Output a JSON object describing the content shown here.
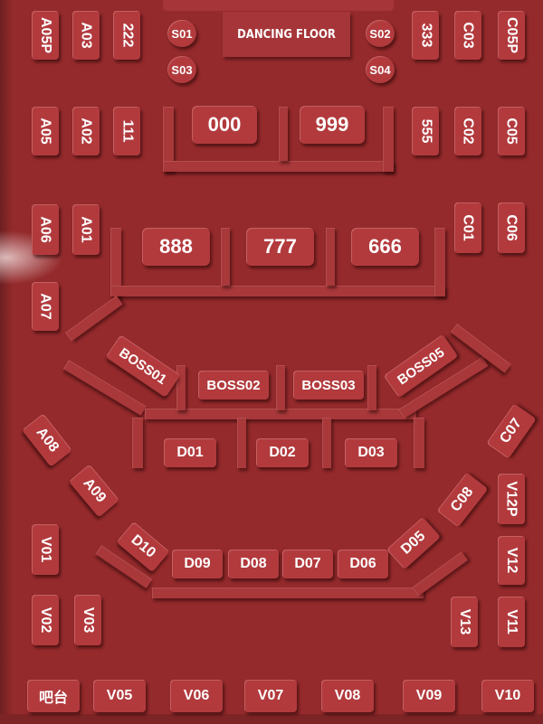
{
  "venue": {
    "dance_floor_label": "DANCING FLOOR"
  },
  "seats": {
    "A05P": "A05P",
    "A03": "A03",
    "n222": "222",
    "S01": "S01",
    "S02": "S02",
    "S03": "S03",
    "S04": "S04",
    "n333": "333",
    "C03": "C03",
    "C05P": "C05P",
    "A05": "A05",
    "A02": "A02",
    "n111": "111",
    "n000": "000",
    "n999": "999",
    "n555": "555",
    "C02": "C02",
    "C05": "C05",
    "A06": "A06",
    "A01": "A01",
    "C01": "C01",
    "C06": "C06",
    "n888": "888",
    "n777": "777",
    "n666": "666",
    "A07": "A07",
    "BOSS01": "BOSS01",
    "BOSS02": "BOSS02",
    "BOSS03": "BOSS03",
    "BOSS05": "BOSS05",
    "D01": "D01",
    "D02": "D02",
    "D03": "D03",
    "A08": "A08",
    "A09": "A09",
    "C07": "C07",
    "C08": "C08",
    "V12P": "V12P",
    "D10": "D10",
    "D09": "D09",
    "D08": "D08",
    "D07": "D07",
    "D06": "D06",
    "D05": "D05",
    "V01": "V01",
    "V12": "V12",
    "V02": "V02",
    "V03": "V03",
    "V13": "V13",
    "V11": "V11",
    "bar": "吧台",
    "V05": "V05",
    "V06": "V06",
    "V07": "V07",
    "V08": "V08",
    "V09": "V09",
    "V10": "V10"
  },
  "colors": {
    "background": "#942a2c",
    "seat": "#b23a3d",
    "wall": "#a8383a",
    "text": "#ffffff"
  }
}
